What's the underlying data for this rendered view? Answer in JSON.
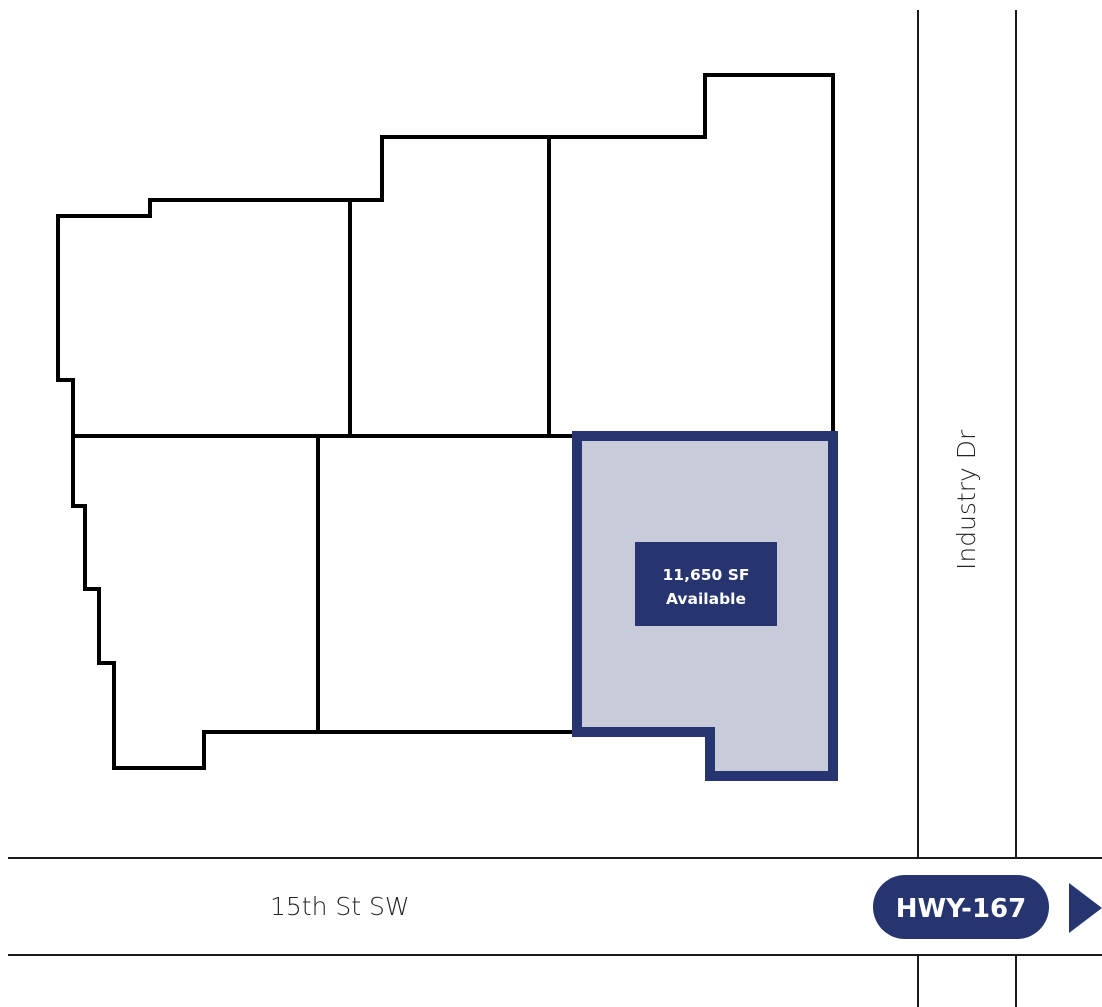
{
  "map": {
    "available_unit": {
      "area_label": "11,650 SF",
      "status_label": "Available",
      "fill_color": "#c8cbda",
      "outline_color": "#263570"
    },
    "streets": {
      "vertical": "Industry Dr",
      "horizontal": "15th St SW"
    },
    "highway": {
      "label": "HWY-167",
      "badge_color": "#263570",
      "direction_icon": "arrow-right-icon"
    }
  }
}
